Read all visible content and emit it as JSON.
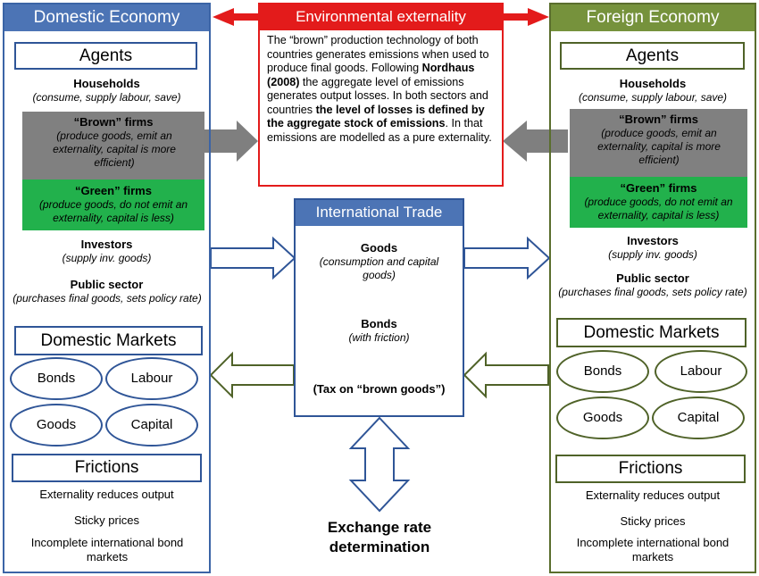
{
  "colors": {
    "domestic": "#4c74b5",
    "foreign": "#76923c",
    "environment": "#e31b1b",
    "brown": "#808080",
    "green": "#22b14c"
  },
  "domestic": {
    "title": "Domestic Economy",
    "agents_title": "Agents",
    "households": "Households",
    "households_desc": "(consume, supply labour, save)",
    "brown": "“Brown” firms",
    "brown_desc": "(produce goods, emit an externality, capital is more efficient)",
    "green": "“Green” firms",
    "green_desc": "(produce goods, do not emit an externality, capital is less)",
    "investors": "Investors",
    "investors_desc": "(supply inv. goods)",
    "public": "Public sector",
    "public_desc": "(purchases final goods, sets policy rate)",
    "markets_title": "Domestic Markets",
    "markets": [
      "Bonds",
      "Labour",
      "Goods",
      "Capital"
    ],
    "frictions_title": "Frictions",
    "frictions": [
      "Externality reduces output",
      "Sticky prices",
      "Incomplete international bond markets"
    ]
  },
  "foreign": {
    "title": "Foreign Economy",
    "agents_title": "Agents",
    "households": "Households",
    "households_desc": "(consume, supply labour, save)",
    "brown": "“Brown” firms",
    "brown_desc": "(produce goods, emit an externality, capital is more efficient)",
    "green": "“Green” firms",
    "green_desc": "(produce goods, do not emit an externality, capital is less)",
    "investors": "Investors",
    "investors_desc": "(supply inv. goods)",
    "public": "Public sector",
    "public_desc": "(purchases final goods, sets policy rate)",
    "markets_title": "Domestic Markets",
    "markets": [
      "Bonds",
      "Labour",
      "Goods",
      "Capital"
    ],
    "frictions_title": "Frictions",
    "frictions": [
      "Externality reduces output",
      "Sticky prices",
      "Incomplete international bond markets"
    ]
  },
  "environment": {
    "title": "Environmental externality",
    "t1": "The “brown” production technology of both countries generates emissions when used to produce final goods. Following ",
    "b1": "Nordhaus (2008)",
    "t2": " the aggregate level of emissions generates output losses. In both sectors and countries ",
    "b2": "the level of losses is defined by the aggregate stock of emissions",
    "t3": ". In that emissions are modelled as a pure externality."
  },
  "trade": {
    "title": "International Trade",
    "goods": "Goods",
    "goods_desc": "(consumption and capital goods)",
    "bonds": "Bonds",
    "bonds_desc": "(with friction)",
    "tax": "(Tax on “brown goods”)"
  },
  "exchange": {
    "line1": "Exchange rate",
    "line2": "determination"
  }
}
